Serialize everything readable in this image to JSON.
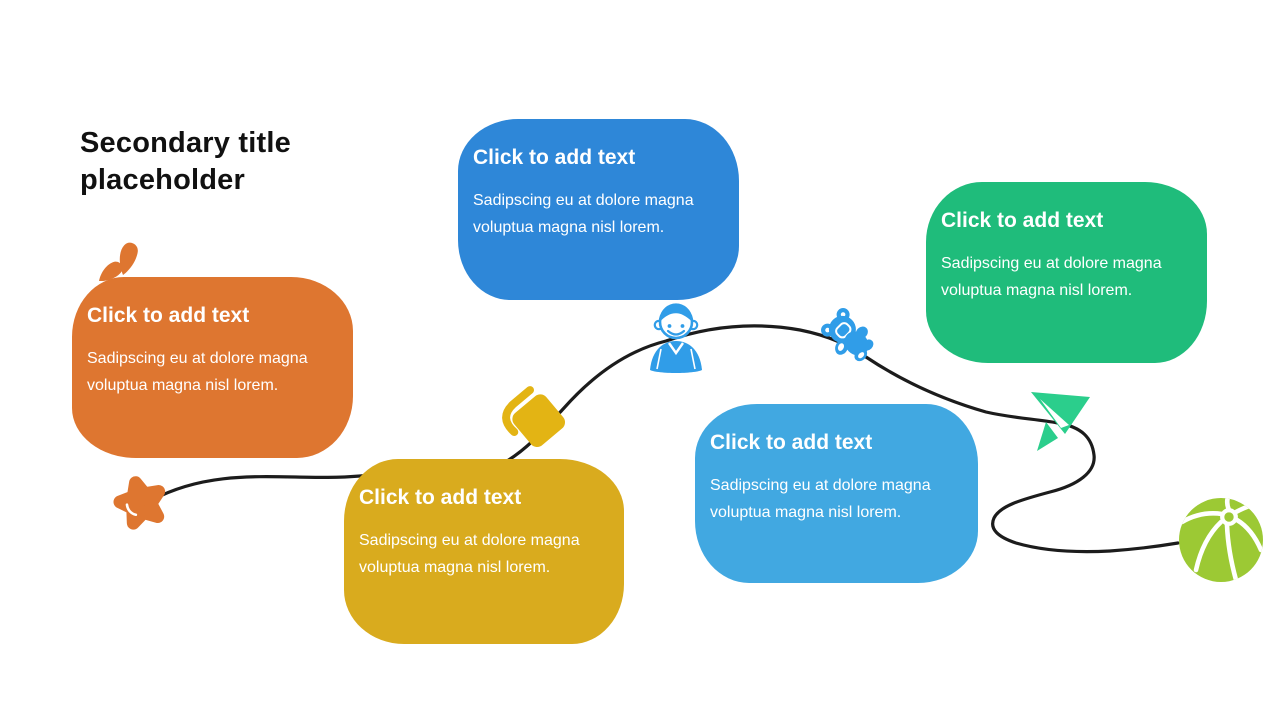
{
  "slide": {
    "title": "Secondary title placeholder"
  },
  "cards": [
    {
      "key": "orange",
      "heading": "Click to add text",
      "body": "Sadipscing eu at dolore magna voluptua magna nisl lorem."
    },
    {
      "key": "blue",
      "heading": "Click to add text",
      "body": "Sadipscing eu at dolore magna voluptua magna nisl lorem."
    },
    {
      "key": "yellow",
      "heading": "Click to add text",
      "body": "Sadipscing eu at dolore magna voluptua magna nisl lorem."
    },
    {
      "key": "sky",
      "heading": "Click to add text",
      "body": "Sadipscing eu at dolore magna voluptua magna nisl lorem."
    },
    {
      "key": "green",
      "heading": "Click to add text",
      "body": "Sadipscing eu at dolore magna voluptua magna nisl lorem."
    }
  ],
  "icons": [
    "splash-drops-icon",
    "star-icon",
    "book-icon",
    "boy-icon",
    "teddy-bear-icon",
    "paper-plane-icon",
    "ball-icon",
    "journey-path"
  ],
  "colors": {
    "orange": "#DE7630",
    "blue": "#2E87D8",
    "yellow": "#D9AB1E",
    "sky": "#41A8E1",
    "green": "#1FBC7B",
    "icon-blue": "#309DE8",
    "book-yellow": "#E3B414",
    "plane-green": "#2BCE8C",
    "ball-green": "#9CC934",
    "line": "#1C1C1C",
    "card-text": "#FFFFFF",
    "title-text": "#111111"
  }
}
